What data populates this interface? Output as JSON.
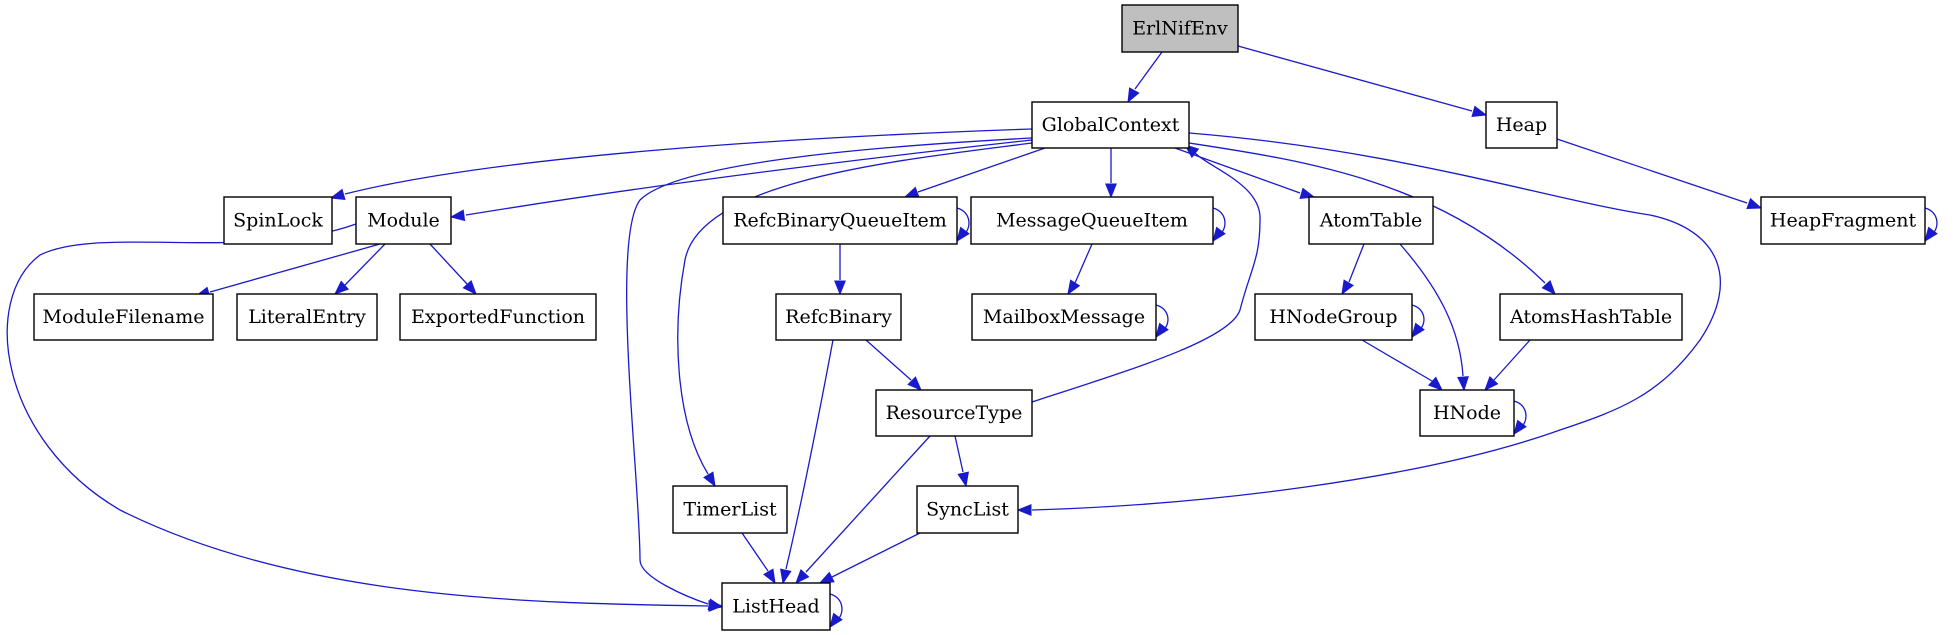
{
  "diagram": {
    "colors": {
      "edge": "#1a1acd",
      "node_fill": "#ffffff",
      "root_fill": "#bfbfbf",
      "border": "#000000",
      "text": "#000000"
    },
    "nodes": [
      {
        "id": "ErlNifEnv",
        "label": "ErlNifEnv",
        "root": true
      },
      {
        "id": "GlobalContext",
        "label": "GlobalContext"
      },
      {
        "id": "Heap",
        "label": "Heap"
      },
      {
        "id": "HeapFragment",
        "label": "HeapFragment"
      },
      {
        "id": "SpinLock",
        "label": "SpinLock"
      },
      {
        "id": "Module",
        "label": "Module"
      },
      {
        "id": "ModuleFilename",
        "label": "ModuleFilename"
      },
      {
        "id": "LiteralEntry",
        "label": "LiteralEntry"
      },
      {
        "id": "ExportedFunction",
        "label": "ExportedFunction"
      },
      {
        "id": "RefcBinaryQueueItem",
        "label": "RefcBinaryQueueItem"
      },
      {
        "id": "RefcBinary",
        "label": "RefcBinary"
      },
      {
        "id": "ResourceType",
        "label": "ResourceType"
      },
      {
        "id": "MessageQueueItem",
        "label": "MessageQueueItem"
      },
      {
        "id": "MailboxMessage",
        "label": "MailboxMessage"
      },
      {
        "id": "AtomTable",
        "label": "AtomTable"
      },
      {
        "id": "HNodeGroup",
        "label": "HNodeGroup"
      },
      {
        "id": "AtomsHashTable",
        "label": "AtomsHashTable"
      },
      {
        "id": "HNode",
        "label": "HNode"
      },
      {
        "id": "TimerList",
        "label": "TimerList"
      },
      {
        "id": "SyncList",
        "label": "SyncList"
      },
      {
        "id": "ListHead",
        "label": "ListHead"
      }
    ],
    "edges": [
      {
        "from": "ErlNifEnv",
        "to": "GlobalContext"
      },
      {
        "from": "ErlNifEnv",
        "to": "Heap"
      },
      {
        "from": "Heap",
        "to": "HeapFragment"
      },
      {
        "from": "HeapFragment",
        "to": "HeapFragment"
      },
      {
        "from": "GlobalContext",
        "to": "SpinLock"
      },
      {
        "from": "GlobalContext",
        "to": "Module"
      },
      {
        "from": "GlobalContext",
        "to": "ListHead"
      },
      {
        "from": "GlobalContext",
        "to": "TimerList"
      },
      {
        "from": "GlobalContext",
        "to": "RefcBinaryQueueItem"
      },
      {
        "from": "GlobalContext",
        "to": "MessageQueueItem"
      },
      {
        "from": "GlobalContext",
        "to": "AtomTable"
      },
      {
        "from": "GlobalContext",
        "to": "AtomsHashTable"
      },
      {
        "from": "GlobalContext",
        "to": "SyncList"
      },
      {
        "from": "Module",
        "to": "ListHead"
      },
      {
        "from": "Module",
        "to": "ModuleFilename"
      },
      {
        "from": "Module",
        "to": "LiteralEntry"
      },
      {
        "from": "Module",
        "to": "ExportedFunction"
      },
      {
        "from": "RefcBinaryQueueItem",
        "to": "RefcBinaryQueueItem"
      },
      {
        "from": "RefcBinaryQueueItem",
        "to": "RefcBinary"
      },
      {
        "from": "RefcBinary",
        "to": "ResourceType"
      },
      {
        "from": "RefcBinary",
        "to": "ListHead"
      },
      {
        "from": "ResourceType",
        "to": "GlobalContext"
      },
      {
        "from": "ResourceType",
        "to": "SyncList"
      },
      {
        "from": "ResourceType",
        "to": "ListHead"
      },
      {
        "from": "MessageQueueItem",
        "to": "MessageQueueItem"
      },
      {
        "from": "MessageQueueItem",
        "to": "MailboxMessage"
      },
      {
        "from": "MailboxMessage",
        "to": "MailboxMessage"
      },
      {
        "from": "AtomTable",
        "to": "HNodeGroup"
      },
      {
        "from": "AtomTable",
        "to": "HNode"
      },
      {
        "from": "HNodeGroup",
        "to": "HNodeGroup"
      },
      {
        "from": "HNodeGroup",
        "to": "HNode"
      },
      {
        "from": "AtomsHashTable",
        "to": "HNode"
      },
      {
        "from": "HNode",
        "to": "HNode"
      },
      {
        "from": "TimerList",
        "to": "ListHead"
      },
      {
        "from": "SyncList",
        "to": "ListHead"
      },
      {
        "from": "ListHead",
        "to": "ListHead"
      }
    ]
  }
}
